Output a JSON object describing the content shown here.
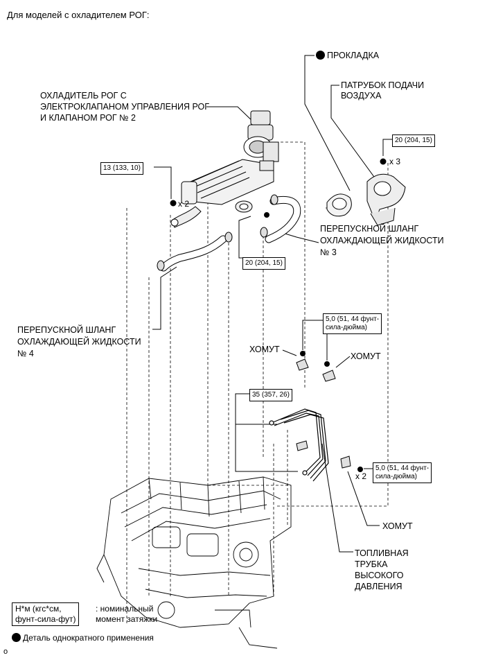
{
  "header": "Для моделей с охладителем РОГ:",
  "labels": {
    "gasket": "ПРОКЛАДКА",
    "intake_line1": "ПАТРУБОК ПОДАЧИ",
    "intake_line2": "ВОЗДУХА",
    "cooler_line1": "ОХЛАДИТЕЛЬ РОГ С",
    "cooler_line2": "ЭЛЕКТРОКЛАПАНОМ УПРАВЛЕНИЯ РОГ",
    "cooler_line3": "И КЛАПАНОМ РОГ № 2",
    "hose3_line1": "ПЕРЕПУСКНОЙ ШЛАНГ",
    "hose3_line2": "ОХЛАЖДАЮЩЕЙ ЖИДКОСТИ",
    "hose3_line3": "№ 3",
    "hose4_line1": "ПЕРЕПУСКНОЙ ШЛАНГ",
    "hose4_line2": "ОХЛАЖДАЮЩЕЙ ЖИДКОСТИ",
    "hose4_line3": "№ 4",
    "clamp_left": "ХОМУТ",
    "clamp_right": "ХОМУТ",
    "clamp_bottom": "ХОМУТ",
    "fuel_line1": "ТОПЛИВНАЯ",
    "fuel_line2": "ТРУБКА",
    "fuel_line3": "ВЫСОКОГО",
    "fuel_line4": "ДАВЛЕНИЯ",
    "x3": "x 3",
    "x2_left": "x 2",
    "x2_right": "x 2"
  },
  "torques": {
    "t13": "13 (133, 10)",
    "t20_top": "20 (204, 15)",
    "t20_mid": "20 (204, 15)",
    "t50_top_line1": "5,0 (51, 44 фунт-",
    "t50_top_line2": "сила-дюйма)",
    "t35": "35 (357, 26)",
    "t50_right_line1": "5,0 (51, 44 фунт-",
    "t50_right_line2": "сила-дюйма)"
  },
  "legend": {
    "unit_line1": "Н*м (кгс*см,",
    "unit_line2": "фунт-сила-фут)",
    "desc_line1": ": номинальный",
    "desc_line2": "момент затяжки",
    "single_use": "Деталь однократного применения"
  },
  "footer_mark": "o"
}
